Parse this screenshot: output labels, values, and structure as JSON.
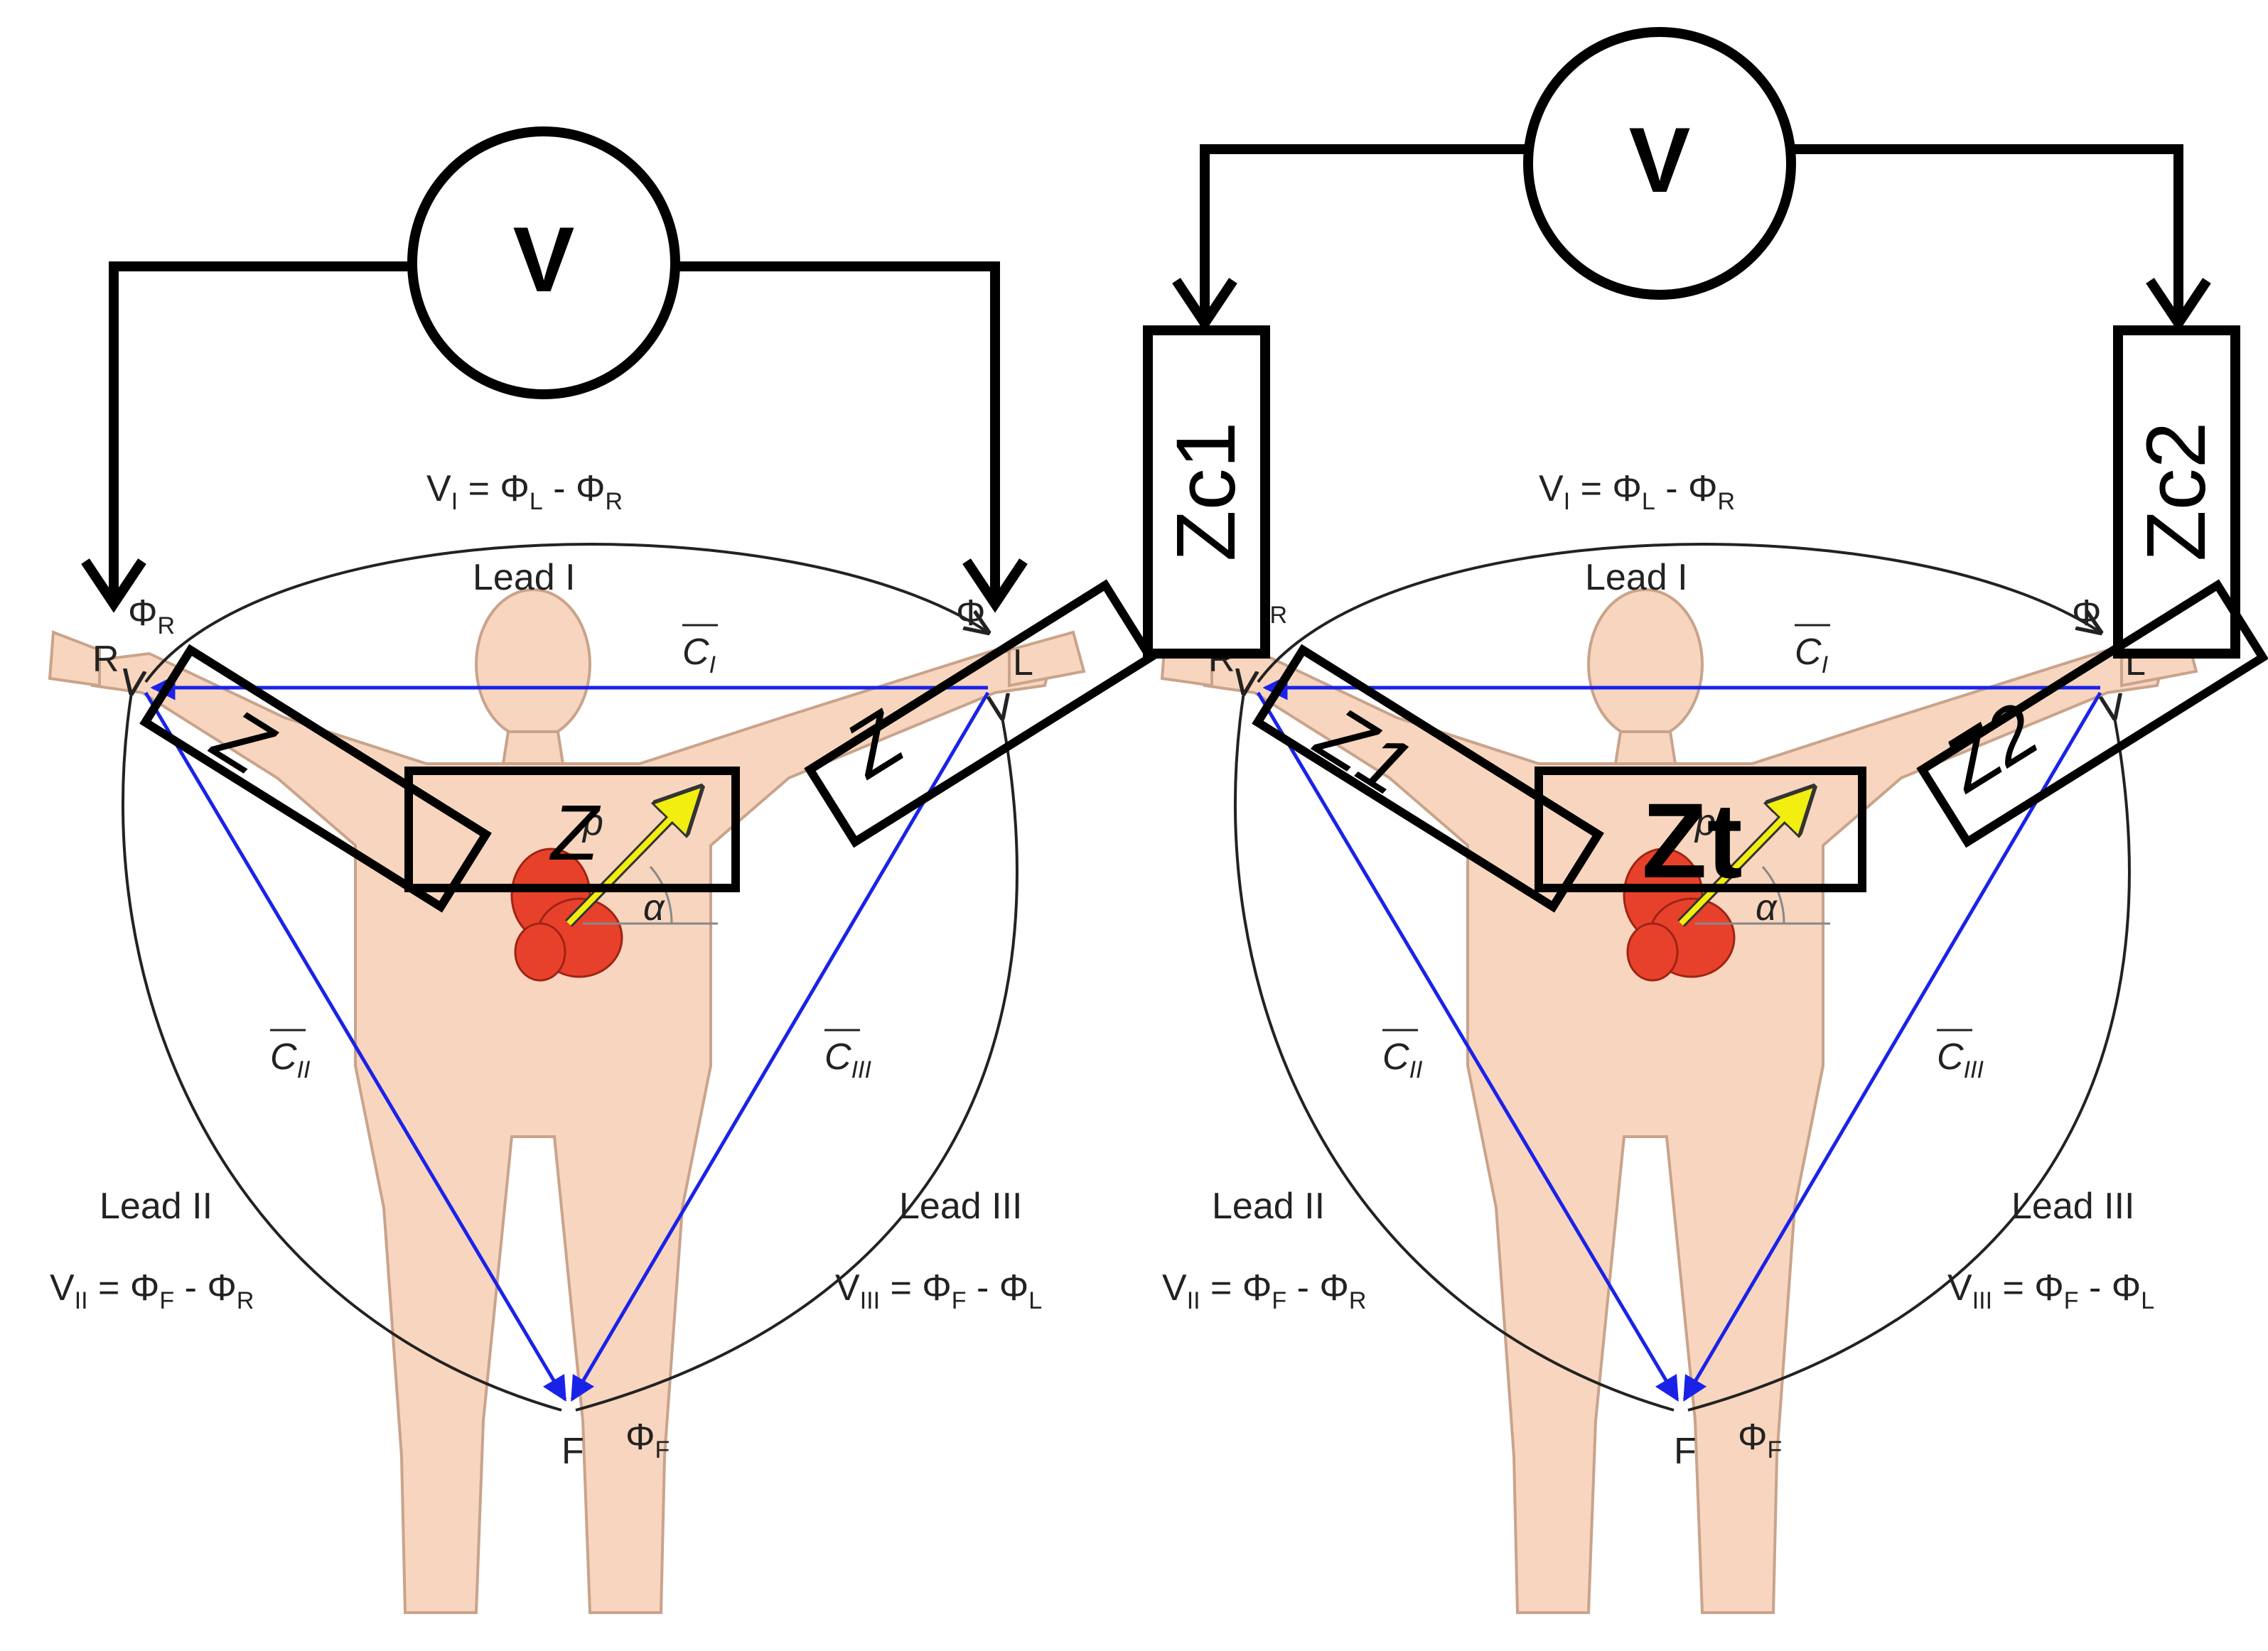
{
  "panels": [
    {
      "id": "left",
      "meter": "V",
      "lead1_formula": {
        "lhs": "V",
        "lhs_sub": "I",
        "rhs1": "Φ",
        "rhs1_sub": "L",
        "rhs2": "Φ",
        "rhs2_sub": "R"
      },
      "lead2_formula": {
        "lhs": "V",
        "lhs_sub": "II",
        "rhs1": "Φ",
        "rhs1_sub": "F",
        "rhs2": "Φ",
        "rhs2_sub": "R"
      },
      "lead3_formula": {
        "lhs": "V",
        "lhs_sub": "III",
        "rhs1": "Φ",
        "rhs1_sub": "F",
        "rhs2": "Φ",
        "rhs2_sub": "L"
      },
      "lead1_label": "Lead I",
      "lead2_label": "Lead II",
      "lead3_label": "Lead III",
      "c1": "C",
      "c1_sub": "I",
      "c2": "C",
      "c2_sub": "II",
      "c3": "C",
      "c3_sub": "III",
      "electrode_r": "R",
      "electrode_r_phi": "Φ",
      "electrode_r_phi_sub": "R",
      "electrode_l": "L",
      "electrode_l_phi": "Φ",
      "electrode_f": "F",
      "electrode_f_phi": "Φ",
      "electrode_f_phi_sub": "F",
      "vector_label": "p",
      "angle_label": "α",
      "z_left_arm": "Z",
      "z_right_arm": "Z",
      "z_torso": "Z"
    },
    {
      "id": "right",
      "meter": "V",
      "lead1_formula": {
        "lhs": "V",
        "lhs_sub": "I",
        "rhs1": "Φ",
        "rhs1_sub": "L",
        "rhs2": "Φ",
        "rhs2_sub": "R"
      },
      "lead2_formula": {
        "lhs": "V",
        "lhs_sub": "II",
        "rhs1": "Φ",
        "rhs1_sub": "F",
        "rhs2": "Φ",
        "rhs2_sub": "R"
      },
      "lead3_formula": {
        "lhs": "V",
        "lhs_sub": "III",
        "rhs1": "Φ",
        "rhs1_sub": "F",
        "rhs2": "Φ",
        "rhs2_sub": "L"
      },
      "lead1_label": "Lead I",
      "lead2_label": "Lead II",
      "lead3_label": "Lead III",
      "c1": "C",
      "c1_sub": "I",
      "c2": "C",
      "c2_sub": "II",
      "c3": "C",
      "c3_sub": "III",
      "electrode_r": "R",
      "electrode_r_phi": "Φ",
      "electrode_r_phi_sub": "R",
      "electrode_l": "L",
      "electrode_l_phi": "Φ",
      "electrode_f": "F",
      "electrode_f_phi": "Φ",
      "electrode_f_phi_sub": "F",
      "vector_label": "p",
      "angle_label": "α",
      "z_left_arm": "Z1",
      "z_right_arm": "Z2",
      "z_torso": "Zt",
      "zc_left": "Zc1",
      "zc_right": "Zc2"
    }
  ],
  "colors": {
    "skin": "#f8d5be",
    "skin_outline": "#c9a38b",
    "einthoven_triangle": "#1a22e8",
    "heart": "#e8412b",
    "dipole_vector": "#f2ee10",
    "circuit": "#000000"
  }
}
